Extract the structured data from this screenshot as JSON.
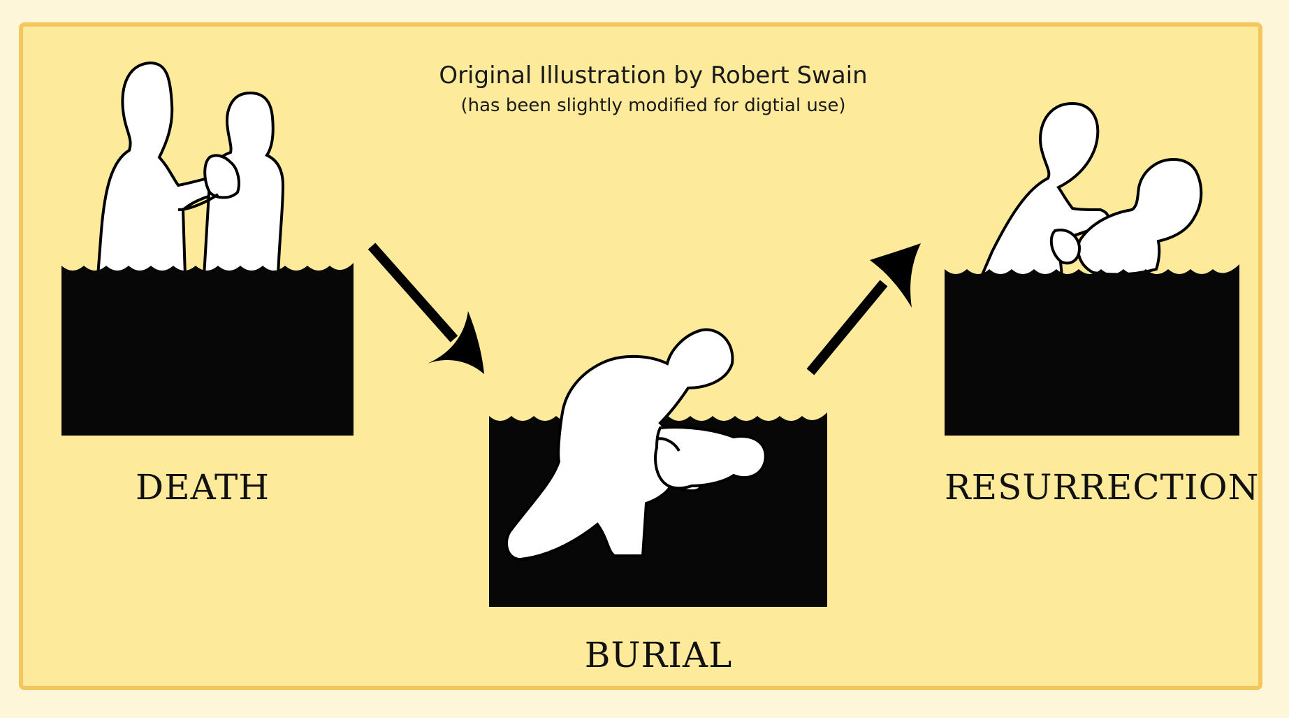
{
  "credit": {
    "line1": "Original Illustration by Robert Swain",
    "line2": "(has been slightly modified for digtial use)"
  },
  "stages": {
    "death": "DEATH",
    "burial": "BURIAL",
    "resurrection": "RESURRECTION"
  },
  "colors": {
    "background": "#fdeb9b",
    "border": "#f3c75d",
    "water": "#070707",
    "figure": "#ffffff"
  },
  "icons": [
    "baptism-standing-icon",
    "baptism-immersion-icon",
    "baptism-rising-icon",
    "arrow-down-right-icon",
    "arrow-up-right-icon"
  ]
}
